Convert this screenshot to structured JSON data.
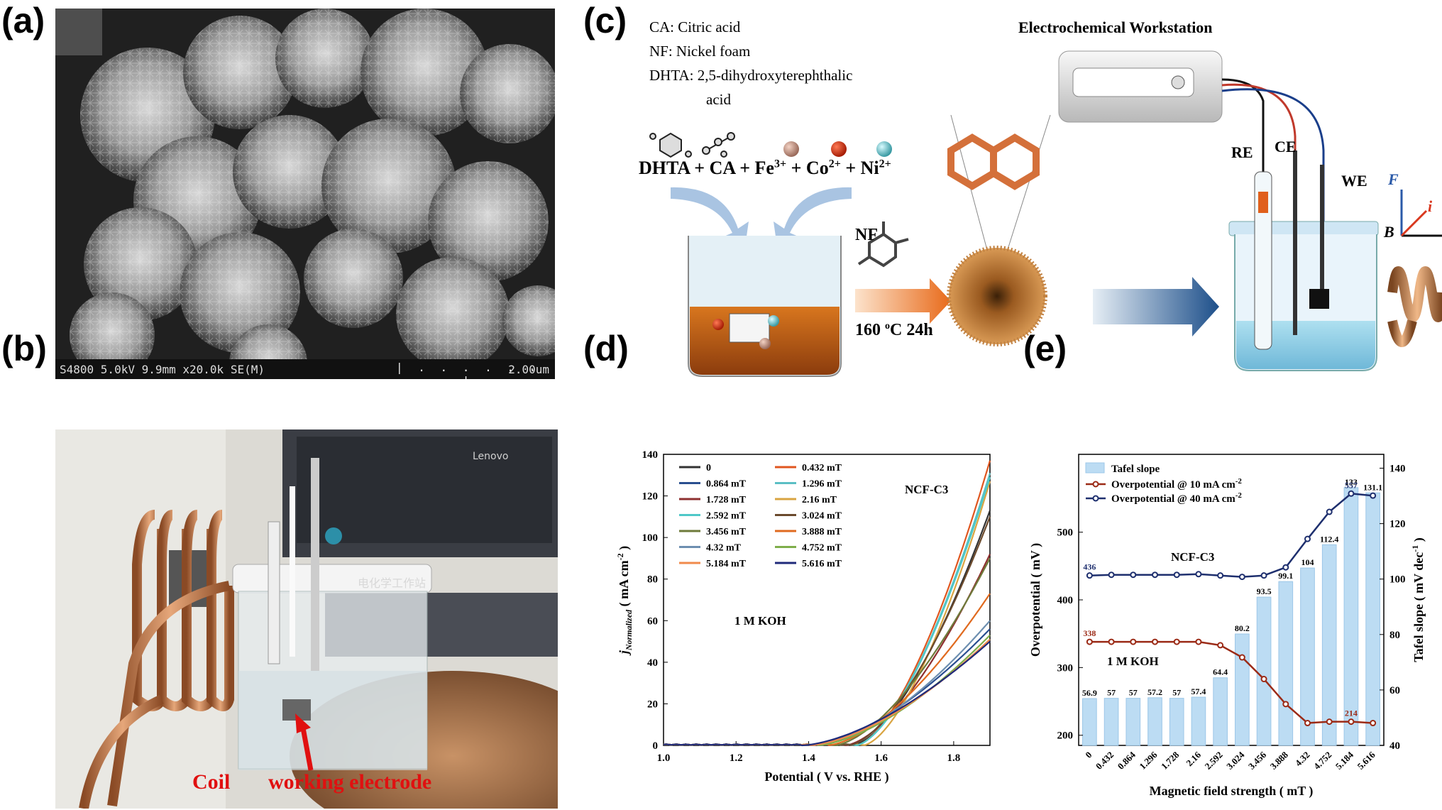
{
  "panels": {
    "a": {
      "label": "(a)",
      "sem_info": "S4800 5.0kV 9.9mm x20.0k SE(M)",
      "scale_text": "2.00um"
    },
    "b": {
      "label": "(b)",
      "coil_label": "Coil",
      "electrode_label": "working electrode",
      "screen_text": "电化学工作站",
      "brand_text": "Lenovo"
    },
    "c": {
      "label": "(c)",
      "legend": [
        "CA: Citric acid",
        "NF: Nickel foam",
        "DHTA: 2,5-dihydroxyterephthalic",
        "acid"
      ],
      "reaction": {
        "dhta": "DHTA",
        "plus1": " + ",
        "ca": "CA",
        "plus2": " + ",
        "fe": "Fe",
        "fe_charge": "3+",
        "plus3": " + ",
        "co": "Co",
        "co_charge": "2+",
        "plus4": " + ",
        "ni": "Ni",
        "ni_charge": "2+"
      },
      "nf": "NF",
      "condition": "160 ",
      "condition_unit": "o",
      "condition_rest": "C  24h",
      "workstation": "Electrochemical Workstation",
      "re": "RE",
      "ce": "CE",
      "we": "WE",
      "vec_f": "F",
      "vec_i": "i",
      "vec_b": "B"
    },
    "d": {
      "label": "(d)"
    },
    "e": {
      "label": "(e)"
    }
  },
  "chart_data": [
    {
      "type": "line",
      "panel": "d",
      "xlabel": "Potential ( V vs. RHE )",
      "ylabel": "j_Normalized ( mA cm-2 )",
      "ylabel_main": "j",
      "ylabel_sub": "Normalized",
      "ylabel_unit": "( mA cm",
      "ylabel_sup": "-2",
      "ylabel_close": ")",
      "xlim": [
        1.0,
        1.9
      ],
      "ylim": [
        0,
        140
      ],
      "xticks": [
        "1.0",
        "1.2",
        "1.4",
        "1.6",
        "1.8"
      ],
      "xtick_values": [
        1.0,
        1.2,
        1.4,
        1.6,
        1.8
      ],
      "yticks": [
        "0",
        "20",
        "40",
        "60",
        "80",
        "100",
        "120",
        "140"
      ],
      "ytick_values": [
        0,
        20,
        40,
        60,
        80,
        100,
        120,
        140
      ],
      "annotations": [
        "NCF-C3",
        "1 M KOH"
      ],
      "series": [
        {
          "name": "0",
          "color": "#333333",
          "onset": 1.52,
          "end": 1.9,
          "y_end": 113
        },
        {
          "name": "0.432 mT",
          "color": "#e0561f",
          "onset": 1.53,
          "end": 1.9,
          "y_end": 137
        },
        {
          "name": "0.864 mT",
          "color": "#2a4f8f",
          "onset": 1.4,
          "end": 1.9,
          "y_end": 56
        },
        {
          "name": "1.296 mT",
          "color": "#5bbfc4",
          "onset": 1.53,
          "end": 1.9,
          "y_end": 131
        },
        {
          "name": "1.728 mT",
          "color": "#8e3030",
          "onset": 1.5,
          "end": 1.9,
          "y_end": 92
        },
        {
          "name": "2.16 mT",
          "color": "#d9a441",
          "onset": 1.55,
          "end": 1.9,
          "y_end": 127
        },
        {
          "name": "2.592 mT",
          "color": "#4fc8c8",
          "onset": 1.53,
          "end": 1.9,
          "y_end": 129
        },
        {
          "name": "3.024 mT",
          "color": "#6b4a2d",
          "onset": 1.51,
          "end": 1.9,
          "y_end": 110
        },
        {
          "name": "3.456 mT",
          "color": "#6e7a3a",
          "onset": 1.47,
          "end": 1.9,
          "y_end": 90
        },
        {
          "name": "3.888 mT",
          "color": "#e06a1f",
          "onset": 1.45,
          "end": 1.9,
          "y_end": 73
        },
        {
          "name": "4.32 mT",
          "color": "#6d8fb0",
          "onset": 1.42,
          "end": 1.9,
          "y_end": 60
        },
        {
          "name": "4.752 mT",
          "color": "#7fae4b",
          "onset": 1.42,
          "end": 1.9,
          "y_end": 53
        },
        {
          "name": "5.184 mT",
          "color": "#f08a4b",
          "onset": 1.4,
          "end": 1.9,
          "y_end": 51
        },
        {
          "name": "5.616 mT",
          "color": "#1f2a7a",
          "onset": 1.38,
          "end": 1.9,
          "y_end": 50
        }
      ]
    },
    {
      "type": "bar",
      "panel": "e",
      "xlabel": "Magnetic field strength ( mT )",
      "ylabel": "Overpotential ( mV )",
      "ylabel_right": "Tafel slope ( mV dec-1 )",
      "ylabel_right_main": "Tafel slope ( mV dec",
      "ylabel_right_sup": "-1",
      "ylabel_right_close": ")",
      "categories": [
        "0",
        "0.432",
        "0.864",
        "1.296",
        "1.728",
        "2.16",
        "2.592",
        "3.024",
        "3.456",
        "3.888",
        "4.32",
        "4.752",
        "5.184",
        "5.616"
      ],
      "ylim": [
        185,
        615
      ],
      "yticks": [
        "200",
        "300",
        "400",
        "500"
      ],
      "ytick_values": [
        200,
        300,
        400,
        500
      ],
      "ylim_right": [
        40,
        145
      ],
      "yticks_right": [
        "40",
        "60",
        "80",
        "100",
        "120",
        "140"
      ],
      "ytick_values_right": [
        40,
        60,
        80,
        100,
        120,
        140
      ],
      "annotations": [
        "NCF-C3",
        "1 M KOH"
      ],
      "series": [
        {
          "name": "Tafel slope",
          "axis": "right",
          "color": "#bcdcf3",
          "values": [
            56.9,
            57,
            57,
            57.2,
            57,
            57.4,
            64.4,
            80.2,
            93.5,
            99.1,
            104,
            112.4,
            133,
            131.1
          ],
          "labels": [
            "56.9",
            "57",
            "57",
            "57.2",
            "57",
            "57.4",
            "64.4",
            "80.2",
            "93.5",
            "99.1",
            "104",
            "112.4",
            "133",
            "131.1"
          ]
        },
        {
          "name": "Overpotential @ 10 mA cm-2",
          "legend_main": "Overpotential @ 10 mA cm",
          "legend_sup": "-2",
          "axis": "left",
          "color": "#9b2a16",
          "values": [
            338,
            338,
            338,
            338,
            338,
            338,
            333,
            315,
            283,
            246,
            218,
            220,
            220,
            218
          ],
          "point_labels": {
            "0": "338",
            "12": "214"
          }
        },
        {
          "name": "Overpotential @ 40 mA cm-2",
          "legend_main": "Overpotential @ 40 mA cm",
          "legend_sup": "-2",
          "axis": "left",
          "color": "#1e2f6e",
          "values": [
            436,
            437,
            437,
            437,
            437,
            438,
            436,
            434,
            436,
            448,
            490,
            530,
            557,
            554
          ],
          "point_labels": {
            "0": "436",
            "12": "557"
          }
        }
      ]
    }
  ]
}
